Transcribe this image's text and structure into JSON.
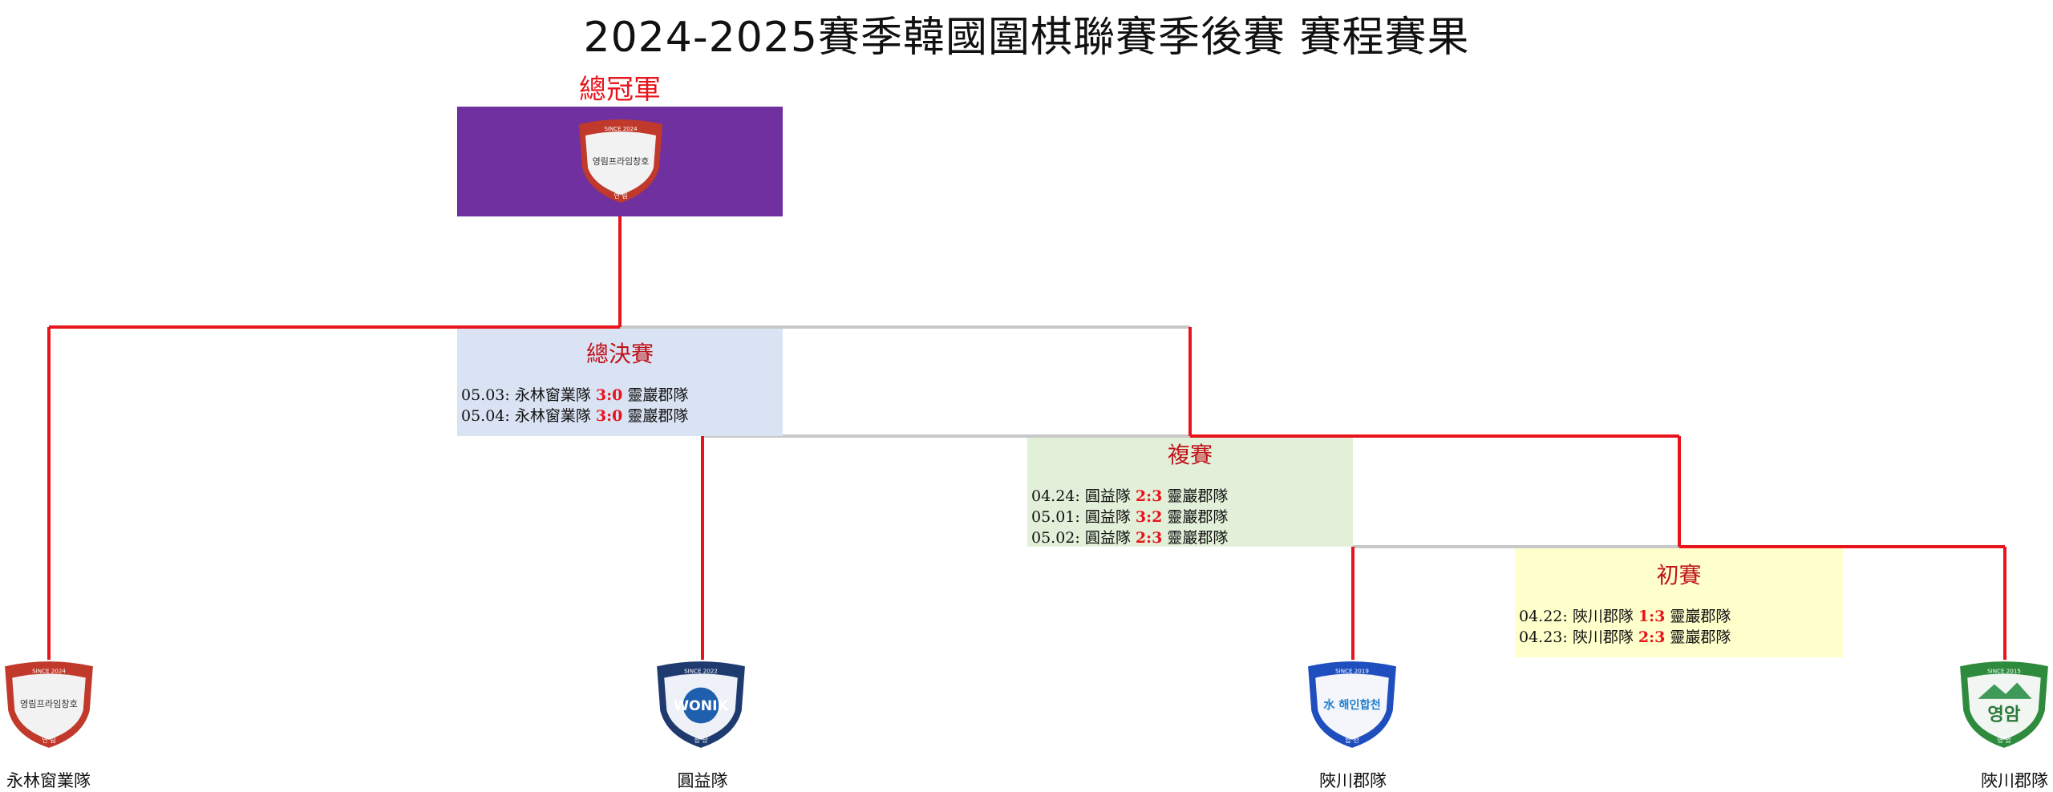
{
  "title": "2024-2025賽季韓國圍棋聯賽季後賽 賽程賽果",
  "champion": {
    "label": "總冠軍",
    "logo_id": "yeongnim-shield"
  },
  "rounds": {
    "final": {
      "title": "總決賽",
      "matches": [
        {
          "date": "05.03:",
          "home": "永林窗業隊",
          "score": "3:0",
          "away": "靈巖郡隊"
        },
        {
          "date": "05.04:",
          "home": "永林窗業隊",
          "score": "3:0",
          "away": "靈巖郡隊"
        }
      ]
    },
    "semifinal": {
      "title": "複賽",
      "matches": [
        {
          "date": "04.24:",
          "home": "圓益隊",
          "score": "2:3",
          "away": "靈巖郡隊"
        },
        {
          "date": "05.01:",
          "home": "圓益隊",
          "score": "3:2",
          "away": "靈巖郡隊"
        },
        {
          "date": "05.02:",
          "home": "圓益隊",
          "score": "2:3",
          "away": "靈巖郡隊"
        }
      ]
    },
    "first": {
      "title": "初賽",
      "matches": [
        {
          "date": "04.22:",
          "home": "陜川郡隊",
          "score": "1:3",
          "away": "靈巖郡隊"
        },
        {
          "date": "04.23:",
          "home": "陜川郡隊",
          "score": "2:3",
          "away": "靈巖郡隊"
        }
      ]
    }
  },
  "teams": [
    {
      "name": "永林窗業隊",
      "logo": {
        "top": "SINCE 2024",
        "main": "영림프라임창호",
        "bottom": "연 림"
      }
    },
    {
      "name": "圓益隊",
      "logo": {
        "top": "SINCE 2022",
        "main": "WONIK",
        "bottom": "성 남"
      }
    },
    {
      "name": "陜川郡隊",
      "logo": {
        "top": "SINCE 2019",
        "main": "水 해인합천",
        "bottom": "합 천"
      }
    },
    {
      "name": "陜川郡隊",
      "logo": {
        "top": "SINCE 2015",
        "main": "영암",
        "bottom": "영 암"
      }
    }
  ],
  "colors": {
    "path_winner": "#e8141c",
    "path_other": "#c8c8c8",
    "champion_bg": "#7030a0",
    "final_bg": "#dae3f3",
    "semifinal_bg": "#e2f0d9",
    "first_bg": "#ffffcc"
  }
}
